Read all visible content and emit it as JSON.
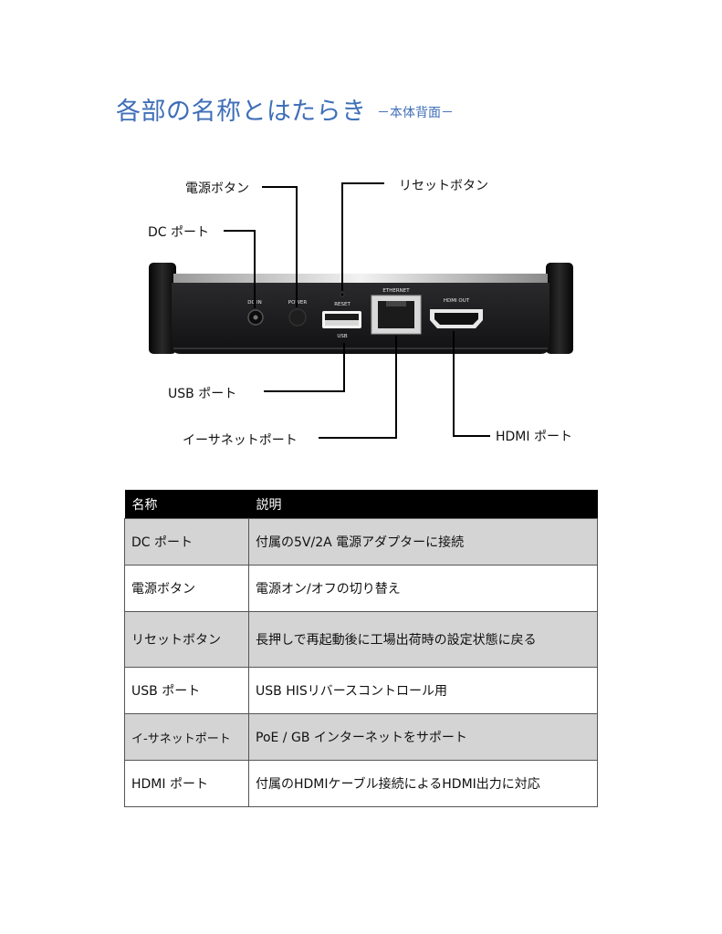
{
  "title": "各部の名称とはたらき",
  "subtitle": "－本体背面－",
  "callouts": {
    "power_button": "電源ボタン",
    "reset_button": "リセットボタン",
    "dc_port": "DC ポート",
    "usb_port": "USB ポート",
    "ethernet_port": "イーサネットポート",
    "hdmi_port": "HDMI ポート"
  },
  "device_labels": {
    "dc_in": "DC IN",
    "power": "POWER",
    "reset": "RESET",
    "ethernet": "ETHERNET",
    "hdmi_out": "HDMI OUT",
    "usb": "USB"
  },
  "table": {
    "headers": [
      "名称",
      "説明"
    ],
    "rows": [
      [
        "DC ポート",
        "付属の5V/2A 電源アダプターに接続"
      ],
      [
        "電源ボタン",
        "電源オン/オフの切り替え"
      ],
      [
        "リセットボタン",
        "長押しで再起動後に工場出荷時の設定状態に戻る"
      ],
      [
        "USB ポート",
        "USB HISリバースコントロール用"
      ],
      [
        "イ-サネットポート",
        "PoE / GB インターネットをサポート"
      ],
      [
        "HDMI ポート",
        "付属のHDMIケーブル接続によるHDMI出力に対応"
      ]
    ]
  },
  "colors": {
    "title": "#3f6fb8",
    "header_bg": "#000000",
    "row_shade": "#d4d4d4"
  }
}
